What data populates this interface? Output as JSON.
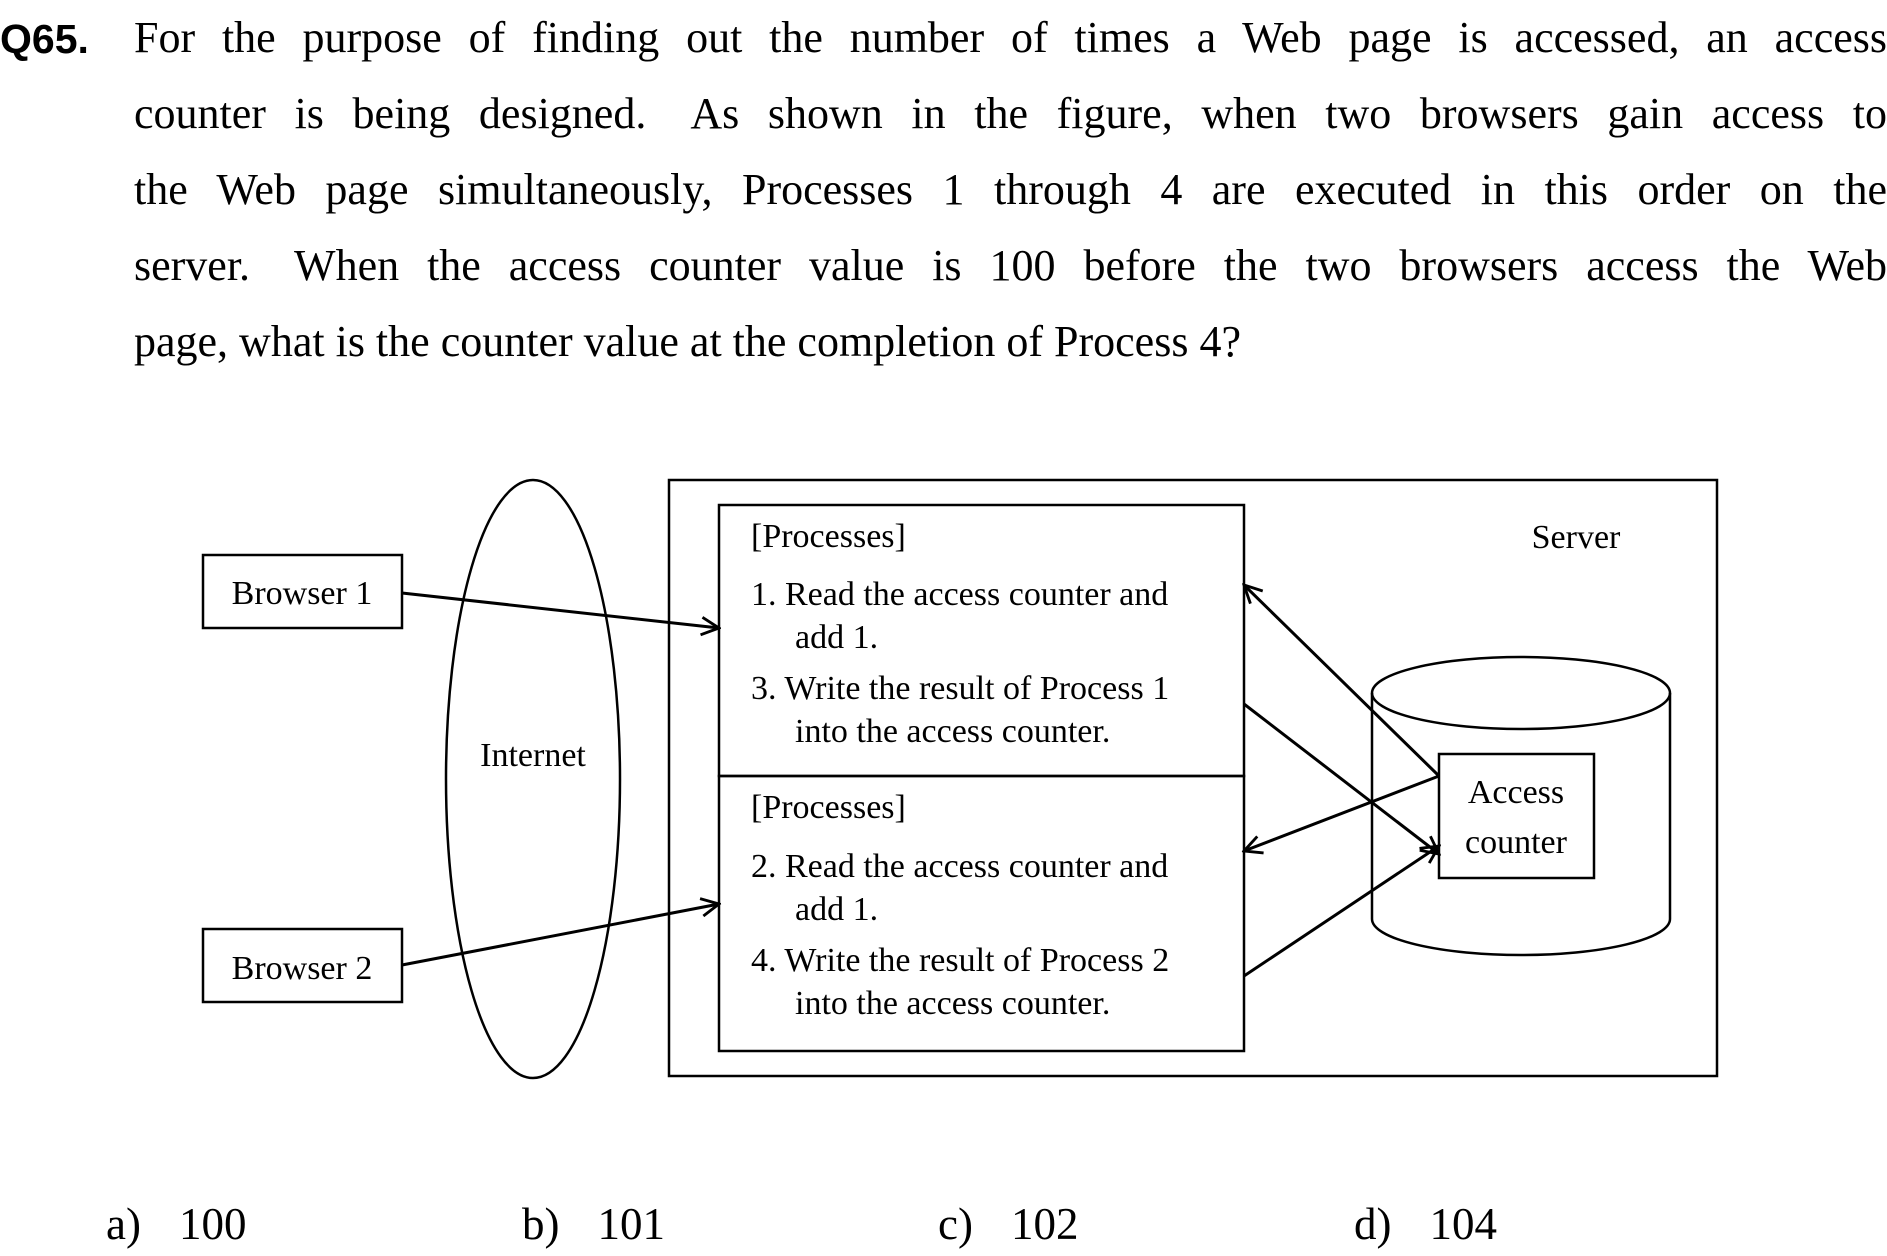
{
  "question": {
    "number": "Q65.",
    "lines": [
      "For the purpose of finding out the number of times a Web page is accessed, an access",
      "counter is being designed. As shown in the figure, when two browsers gain access to",
      "the Web page simultaneously, Processes 1 through 4 are executed in this order on the",
      "server. When the access counter value is 100 before the two browsers access the Web",
      "page, what is the counter value at the completion of Process 4?"
    ]
  },
  "diagram": {
    "browser1": "Browser 1",
    "browser2": "Browser 2",
    "internet": "Internet",
    "server": "Server",
    "process_box_top": {
      "header": "[Processes]",
      "step1_line1": "1. Read the access counter and",
      "step1_line2": "add 1.",
      "step3_line1": "3. Write the result of Process 1",
      "step3_line2": "into the access counter."
    },
    "process_box_bottom": {
      "header": "[Processes]",
      "step2_line1": "2. Read the access counter and",
      "step2_line2": "add 1.",
      "step4_line1": "4. Write the result of Process 2",
      "step4_line2": "into the access counter."
    },
    "counter_line1": "Access",
    "counter_line2": "counter"
  },
  "choices": [
    {
      "letter": "a)",
      "value": "100"
    },
    {
      "letter": "b)",
      "value": "101"
    },
    {
      "letter": "c)",
      "value": "102"
    },
    {
      "letter": "d)",
      "value": "104"
    }
  ]
}
